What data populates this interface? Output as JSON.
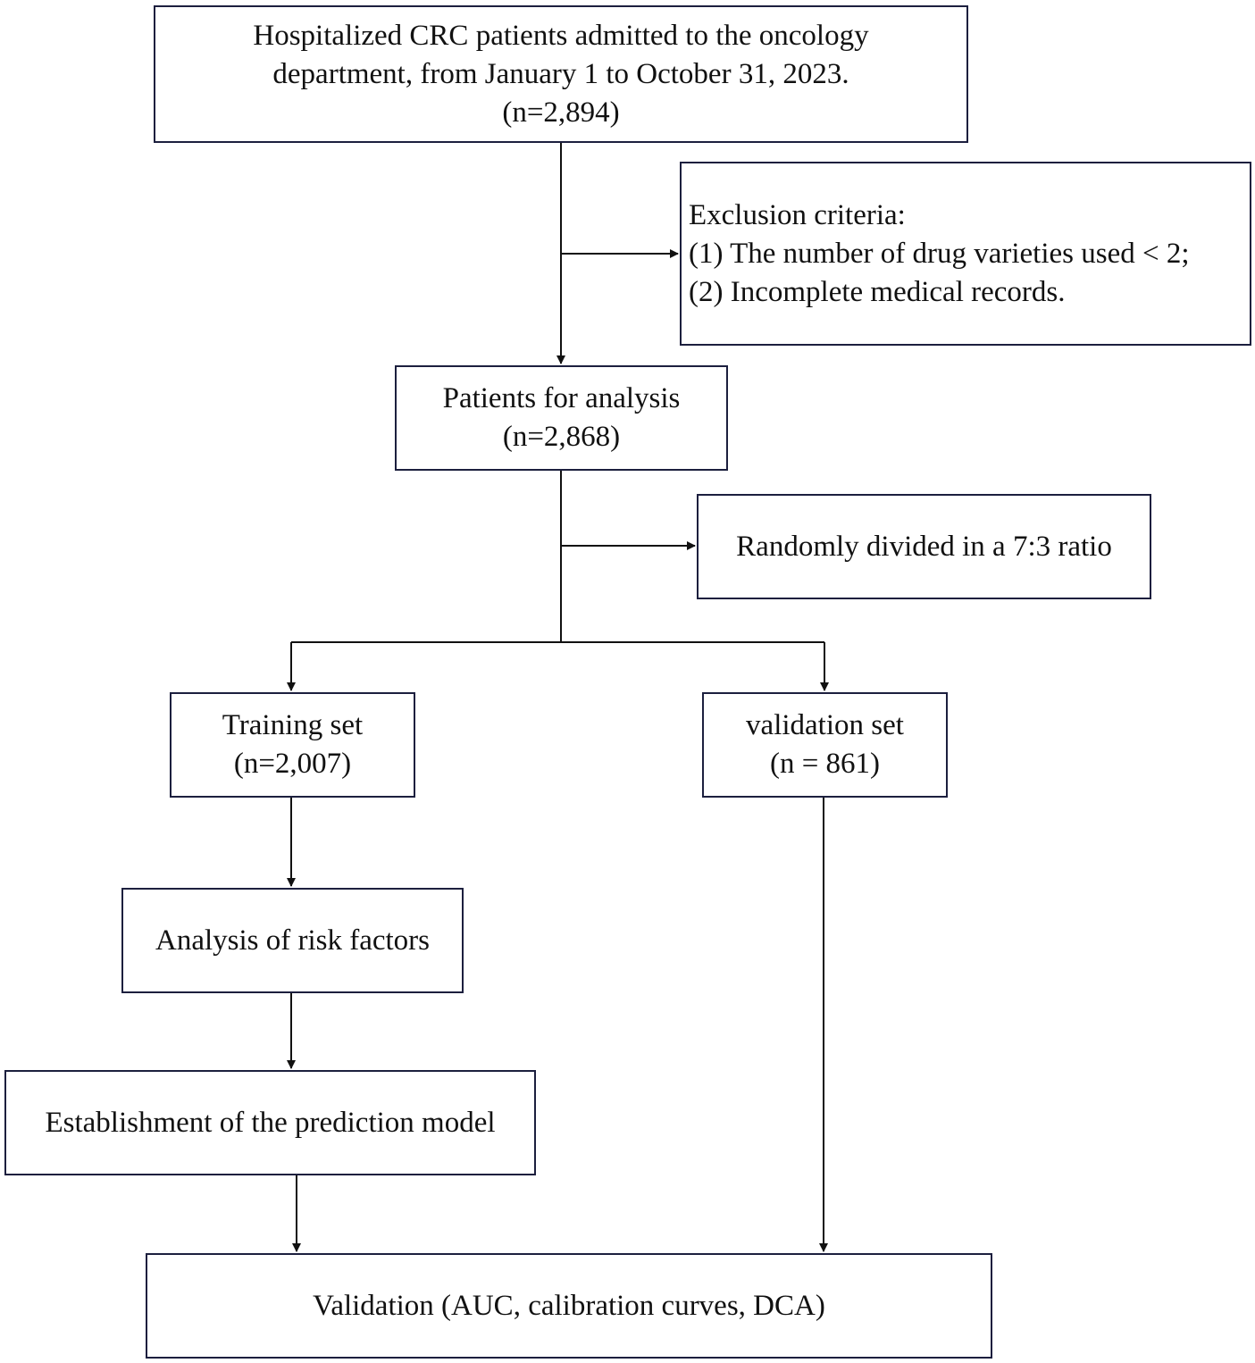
{
  "boxes": {
    "source": {
      "lines": [
        "Hospitalized CRC patients admitted to the oncology",
        "department, from January 1 to October 31, 2023.",
        "(n=2,894)"
      ]
    },
    "exclusion": {
      "lines": [
        "Exclusion criteria:",
        "(1) The number of drug varieties used < 2;",
        "(2) Incomplete medical records."
      ]
    },
    "analysis": {
      "lines": [
        "Patients for analysis",
        "(n=2,868)"
      ]
    },
    "random": {
      "lines": [
        "Randomly divided in a 7:3 ratio"
      ]
    },
    "training": {
      "lines": [
        "Training set",
        "(n=2,007)"
      ]
    },
    "validation_set": {
      "lines": [
        "validation set",
        "(n = 861)"
      ]
    },
    "risk": {
      "lines": [
        "Analysis of risk factors"
      ]
    },
    "model": {
      "lines": [
        "Establishment of the prediction model"
      ]
    },
    "final": {
      "lines": [
        "Validation (AUC, calibration curves, DCA)"
      ]
    }
  },
  "colors": {
    "border": "#1c1f3e",
    "line": "#111111"
  }
}
